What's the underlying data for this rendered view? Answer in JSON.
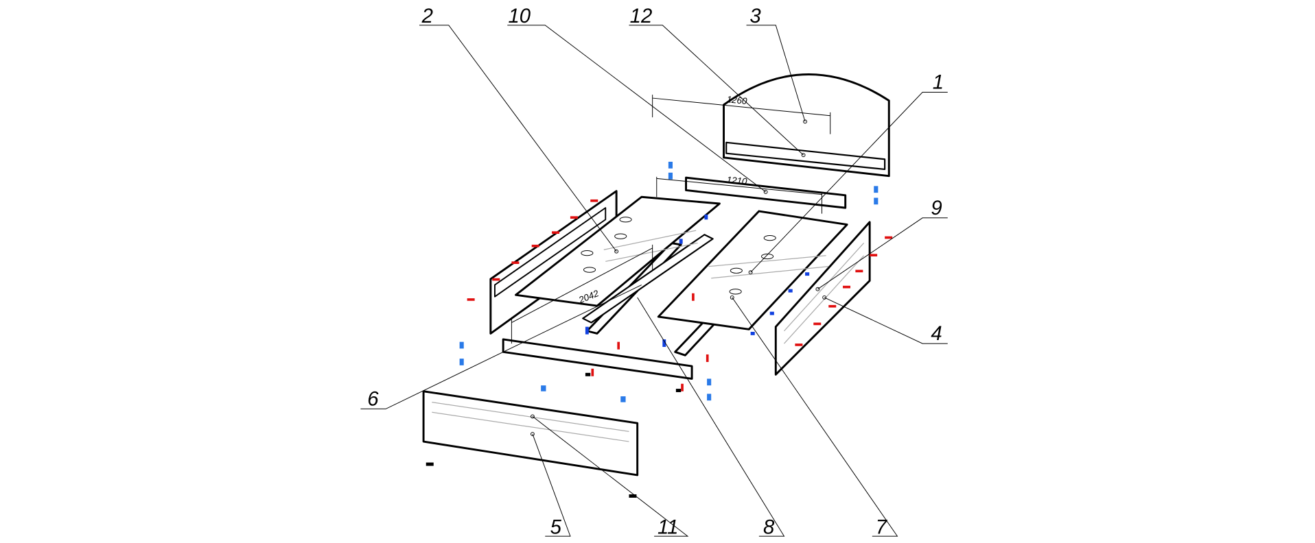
{
  "title": "Bed assembly exploded view",
  "part_labels": {
    "p1": "1",
    "p2": "2",
    "p3": "3",
    "p4": "4",
    "p5": "5",
    "p6": "6",
    "p7": "7",
    "p8": "8",
    "p9": "9",
    "p10": "10",
    "p11": "11",
    "p12": "12"
  },
  "dimensions": {
    "headboard_width": "1260",
    "beam_length": "1210",
    "frame_length": "2042"
  },
  "colors": {
    "fastener_red": "#e01010",
    "fastener_blue": "#1040e0",
    "fastener_light_blue": "#2a7ae8"
  }
}
